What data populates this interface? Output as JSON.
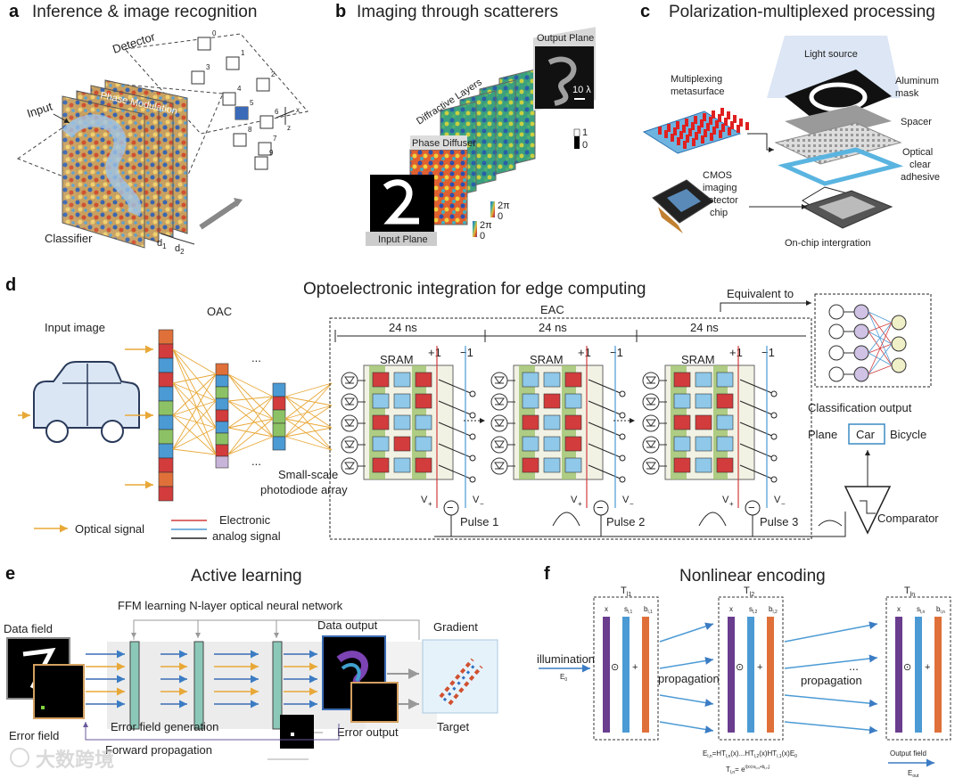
{
  "panels": {
    "a": {
      "letter": "a",
      "title": "Inference & image recognition",
      "detector": "Detector",
      "input": "Input",
      "phase_modulation": "Phase Modulation",
      "classifier": "Classifier",
      "digits": [
        "0",
        "1",
        "2",
        "3",
        "4",
        "5",
        "6",
        "7",
        "8",
        "9"
      ],
      "d1": "d",
      "d1_sub": "1",
      "d2": "d",
      "d2_sub": "2",
      "axis_x": "x",
      "axis_z": "z"
    },
    "b": {
      "letter": "b",
      "title": "Imaging through scatterers",
      "output_plane": "Output Plane",
      "diffractive_layers": "Diffractive Layers",
      "phase_diffuser": "Phase Diffuser",
      "input_plane": "Input Plane",
      "scale": "10 λ",
      "cb1_max": "1",
      "cb1_min": "0",
      "cb2_max": "2π",
      "cb2_min": "0",
      "cb3_max": "2π",
      "cb3_min": "0"
    },
    "c": {
      "letter": "c",
      "title": "Polarization-multiplexed processing",
      "light_source": "Light source",
      "aluminum": "Aluminum",
      "mask": "mask",
      "spacer": "Spacer",
      "optical": "Optical",
      "clear": "clear",
      "adhesive": "adhesive",
      "multiplexing": "Multiplexing",
      "metasurface": "metasurface",
      "cmos": "CMOS",
      "imaging": "imaging",
      "detector": "detector",
      "chip": "chip",
      "integration": "On-chip intergration"
    },
    "d": {
      "letter": "d",
      "title": "Optoelectronic integration for edge computing",
      "input_image": "Input image",
      "oac": "OAC",
      "eac": "EAC",
      "equivalent": "Equivalent to",
      "ns": [
        "24 ns",
        "24 ns",
        "24 ns"
      ],
      "sram": "SRAM",
      "plus1": "+1",
      "minus1": "−1",
      "vplus": "V",
      "vplus_sub": "+",
      "vminus": "V",
      "vminus_sub": "−",
      "pulses": [
        "Pulse 1",
        "Pulse 2",
        "Pulse 3"
      ],
      "small_scale": "Small-scale",
      "photodiode": "photodiode array",
      "classification_output": "Classification output",
      "classes": [
        "Plane",
        "Car",
        "Bicycle"
      ],
      "comparator": "Comparator",
      "optical_signal": "Optical signal",
      "electronic": "Electronic",
      "analog": "analog signal",
      "ellipsis": "..."
    },
    "e": {
      "letter": "e",
      "title": "Active learning",
      "ffm": "FFM learning N-layer optical neural network",
      "data_field": "Data field",
      "error_field": "Error field",
      "data_output": "Data output",
      "error_output": "Error output",
      "gradient": "Gradient",
      "target": "Target",
      "error_gen": "Error field generation",
      "forward": "Forward propagation"
    },
    "f": {
      "letter": "f",
      "title": "Nonlinear encoding",
      "illumination": "illumination",
      "e0": "E",
      "e0_sub": "0",
      "propagation": "propagation",
      "ellipsis": "...",
      "t1": "T",
      "t1_sub": "l1",
      "t2": "T",
      "t2_sub": "l2",
      "tn": "T",
      "tn_sub": "ln",
      "x": "x",
      "s1": "s",
      "s1_sub": "l,1",
      "b1": "b",
      "b1_sub": "l,1",
      "s2": "s",
      "s2_sub": "l,2",
      "b2": "b",
      "b2_sub": "l,2",
      "sn": "s",
      "sn_sub": "l,n",
      "bn": "b",
      "bn_sub": "l,n",
      "odot": "⊙",
      "plus": "+",
      "eq1": "E",
      "eq1_sub": "l,n",
      "eq1_rest": "=HT",
      "eq1_s1": "l,n",
      "eq1_b": "(x)...HT",
      "eq1_s2": "l,2",
      "eq1_c": "(x)HT",
      "eq1_s3": "l,1",
      "eq1_d": "(x)E",
      "eq1_s4": "0",
      "eq2": "T",
      "eq2_sub": "l,n",
      "eq2_rest": "= e",
      "eq2_exp": "i(x⊙s",
      "eq2_exp_s": "l,n",
      "eq2_exp_b": "+b",
      "eq2_exp_bs": "l,n",
      "eq2_exp_end": ")",
      "output_field": "Output field",
      "eout": "E",
      "eout_sub": "out"
    }
  },
  "watermark": "大数跨境",
  "colors": {
    "optical": "#e8a838",
    "red": "#d23c3c",
    "blue": "#4b9ad4",
    "green": "#8cc265",
    "purple": "#6a3d8f",
    "orange": "#e0703a",
    "cyan": "#49b6d8",
    "teal": "#7bbfb3"
  }
}
